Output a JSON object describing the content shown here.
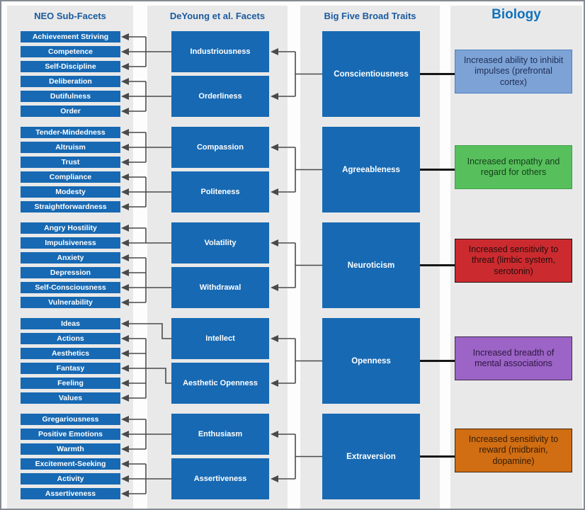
{
  "headers": {
    "col1": "NEO Sub-Facets",
    "col2": "DeYoung et al. Facets",
    "col3": "Big Five Broad Traits",
    "col4": "Biology"
  },
  "colors": {
    "box_blue": "#1769b3",
    "header_blue": "#1a5a9e",
    "biology_header_blue": "#1272bb",
    "band_gray": "#e9e9e9",
    "connector_gray": "#4a4a4a",
    "link_black": "#161616"
  },
  "groups": [
    {
      "big_five": "Conscientiousness",
      "sub_facets": [
        "Achievement Striving",
        "Competence",
        "Self-Discipline",
        "Deliberation",
        "Dutifulness",
        "Order"
      ],
      "facets": [
        {
          "label": "Industriousness",
          "targets": [
            0,
            1,
            2
          ]
        },
        {
          "label": "Orderliness",
          "targets": [
            3,
            4,
            5
          ]
        }
      ],
      "biology": {
        "text": "Increased ability to inhibit impulses (prefrontal cortex)",
        "fill": "#7da3d6",
        "border": "#4d7ec0",
        "text_color": "#1e2d56"
      }
    },
    {
      "big_five": "Agreeableness",
      "sub_facets": [
        "Tender-Mindedness",
        "Altruism",
        "Trust",
        "Compliance",
        "Modesty",
        "Straightforwardness"
      ],
      "facets": [
        {
          "label": "Compassion",
          "targets": [
            0,
            1,
            2
          ]
        },
        {
          "label": "Politeness",
          "targets": [
            3,
            4,
            5
          ]
        }
      ],
      "biology": {
        "text": "Increased empathy and regard for others",
        "fill": "#57c05c",
        "border": "#3d9e47",
        "text_color": "#143c1a"
      }
    },
    {
      "big_five": "Neuroticism",
      "sub_facets": [
        "Angry Hostility",
        "Impulsiveness",
        "Anxiety",
        "Depression",
        "Self-Consciousness",
        "Vulnerability"
      ],
      "facets": [
        {
          "label": "Volatility",
          "targets": [
            0,
            1
          ]
        },
        {
          "label": "Withdrawal",
          "targets": [
            2,
            3,
            4,
            5
          ]
        }
      ],
      "biology": {
        "text": "Increased sensitivity to threat (limbic system, serotonin)",
        "fill": "#cb2b2f",
        "border": "#2a0c0c",
        "text_color": "#260c0c"
      }
    },
    {
      "big_five": "Openness",
      "sub_facets": [
        "Ideas",
        "Actions",
        "Aesthetics",
        "Fantasy",
        "Feeling",
        "Values"
      ],
      "facets": [
        {
          "label": "Intellect",
          "targets": [
            0
          ]
        },
        {
          "label": "Aesthetic Openness",
          "targets": [
            1,
            2,
            3,
            4,
            5
          ]
        }
      ],
      "biology": {
        "text": "Increased breadth of mental associations",
        "fill": "#9c64c6",
        "border": "#3c2b4d",
        "text_color": "#2c1642"
      }
    },
    {
      "big_five": "Extraversion",
      "sub_facets": [
        "Gregariousness",
        "Positive Emotions",
        "Warmth",
        "Excitement-Seeking",
        "Activity",
        "Assertiveness"
      ],
      "facets": [
        {
          "label": "Enthusiasm",
          "targets": [
            0,
            1,
            2
          ]
        },
        {
          "label": "Assertiveness",
          "targets": [
            3,
            4,
            5
          ]
        }
      ],
      "biology": {
        "text": "Increased sensitivity to reward (midbrain, dopamine)",
        "fill": "#d16d12",
        "border": "#45280a",
        "text_color": "#301d06"
      }
    }
  ]
}
